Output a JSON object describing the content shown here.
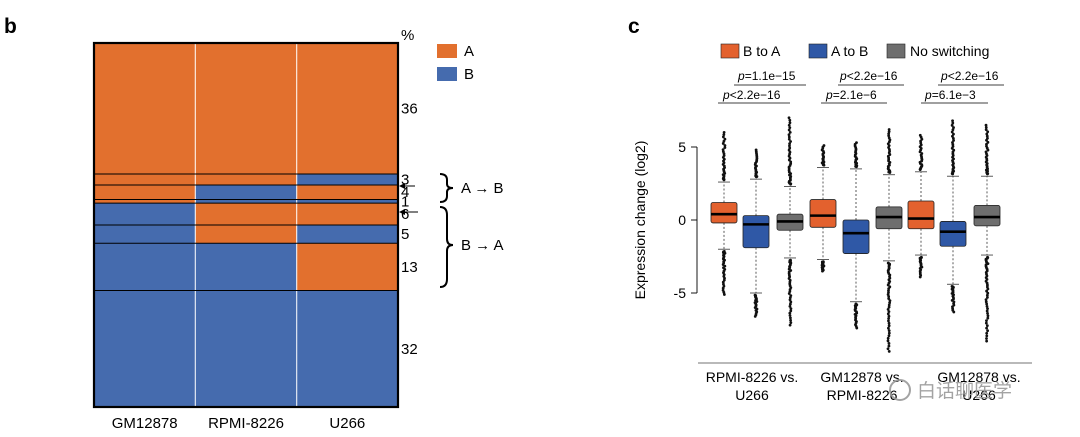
{
  "panel_b": {
    "panel_label": "b",
    "percent_header": "%",
    "legend": [
      {
        "label": "A",
        "color": "#E2702E"
      },
      {
        "label": "B",
        "color": "#456BAE"
      }
    ],
    "group_labels": [
      "A → B",
      "B → A"
    ],
    "segment_labels": [
      "36",
      "3",
      "4",
      "1",
      "6",
      "5",
      "13",
      "32"
    ]
  },
  "panel_c": {
    "panel_label": "c",
    "legend": [
      {
        "label": "B to A",
        "color": "#E3612E"
      },
      {
        "label": "A to B",
        "color": "#2F58A6"
      },
      {
        "label": "No switching",
        "color": "#6E6E6E"
      }
    ],
    "ylabel": "Expression change (log2)",
    "comparison_labels": [
      [
        "RPMI-8226 vs.",
        "U266"
      ],
      [
        "GM12878 vs.",
        "RPMI-8226"
      ],
      [
        "GM12878 vs.",
        "U266"
      ]
    ],
    "pvalues": [
      {
        "prefix": "p",
        "text": "=1.1e−15"
      },
      {
        "prefix": "p",
        "text": "<2.2e−16"
      },
      {
        "prefix": "p",
        "text": "<2.2e−16"
      },
      {
        "prefix": "p",
        "text": "<2.2e−16"
      },
      {
        "prefix": "p",
        "text": "=2.1e−6"
      },
      {
        "prefix": "p",
        "text": "=6.1e−3"
      }
    ]
  },
  "watermark": {
    "text": "白话聊医学"
  },
  "chart_data": [
    {
      "type": "bar",
      "subtype": "stacked-state-proportions",
      "categories": [
        "GM12878",
        "RPMI-8226",
        "U266"
      ],
      "ylabel": "%",
      "states": [
        "A",
        "B"
      ],
      "colors": {
        "A": "#E2702E",
        "B": "#456BAE"
      },
      "segments": [
        {
          "label": "36",
          "percent": 36,
          "states": [
            "A",
            "A",
            "A"
          ]
        },
        {
          "label": "3",
          "percent": 3,
          "states": [
            "A",
            "A",
            "B"
          ]
        },
        {
          "label": "4",
          "percent": 4,
          "states": [
            "A",
            "B",
            "A"
          ]
        },
        {
          "label": "1",
          "percent": 1,
          "states": [
            "A",
            "B",
            "B"
          ]
        },
        {
          "label": "6",
          "percent": 6,
          "states": [
            "B",
            "A",
            "A"
          ]
        },
        {
          "label": "5",
          "percent": 5,
          "states": [
            "B",
            "A",
            "B"
          ]
        },
        {
          "label": "13",
          "percent": 13,
          "states": [
            "B",
            "B",
            "A"
          ]
        },
        {
          "label": "32",
          "percent": 32,
          "states": [
            "B",
            "B",
            "B"
          ]
        }
      ]
    },
    {
      "type": "box",
      "ylabel": "Expression change (log2)",
      "ylim": [
        -8,
        8
      ],
      "yticks": [
        -5,
        0,
        5
      ],
      "series": [
        {
          "name": "B to A",
          "color": "#E3612E"
        },
        {
          "name": "A to B",
          "color": "#2F58A6"
        },
        {
          "name": "No switching",
          "color": "#6E6E6E"
        }
      ],
      "groups": [
        {
          "name": "RPMI-8226 vs. U266",
          "boxes": [
            {
              "series": "B to A",
              "q1": -0.2,
              "median": 0.4,
              "q3": 1.2,
              "whisker_low": -2.0,
              "whisker_high": 2.6,
              "outlier_low": -5.1,
              "outlier_high": 6.0
            },
            {
              "series": "A to B",
              "q1": -1.9,
              "median": -0.3,
              "q3": 0.3,
              "whisker_low": -5.0,
              "whisker_high": 2.8,
              "outlier_low": -6.6,
              "outlier_high": 4.8
            },
            {
              "series": "No switching",
              "q1": -0.7,
              "median": -0.1,
              "q3": 0.4,
              "whisker_low": -2.6,
              "whisker_high": 2.3,
              "outlier_low": -7.2,
              "outlier_high": 7.0
            }
          ]
        },
        {
          "name": "GM12878 vs. RPMI-8226",
          "boxes": [
            {
              "series": "B to A",
              "q1": -0.5,
              "median": 0.3,
              "q3": 1.4,
              "whisker_low": -2.7,
              "whisker_high": 3.6,
              "outlier_low": -3.5,
              "outlier_high": 5.1
            },
            {
              "series": "A to B",
              "q1": -2.3,
              "median": -0.9,
              "q3": 0.0,
              "whisker_low": -5.6,
              "whisker_high": 3.5,
              "outlier_low": -7.4,
              "outlier_high": 5.3
            },
            {
              "series": "No switching",
              "q1": -0.6,
              "median": 0.2,
              "q3": 0.9,
              "whisker_low": -2.8,
              "whisker_high": 3.1,
              "outlier_low": -9.0,
              "outlier_high": 6.2
            }
          ]
        },
        {
          "name": "GM12878 vs. U266",
          "boxes": [
            {
              "series": "B to A",
              "q1": -0.6,
              "median": 0.1,
              "q3": 1.3,
              "whisker_low": -2.4,
              "whisker_high": 3.3,
              "outlier_low": -3.9,
              "outlier_high": 5.8
            },
            {
              "series": "A to B",
              "q1": -1.8,
              "median": -0.8,
              "q3": -0.1,
              "whisker_low": -4.4,
              "whisker_high": 3.0,
              "outlier_low": -6.3,
              "outlier_high": 6.8
            },
            {
              "series": "No switching",
              "q1": -0.4,
              "median": 0.2,
              "q3": 1.0,
              "whisker_low": -2.4,
              "whisker_high": 3.0,
              "outlier_low": -8.3,
              "outlier_high": 6.5
            }
          ]
        }
      ],
      "comparisons": [
        {
          "group": 0,
          "pair": [
            "B to A",
            "No switching"
          ],
          "p": "=1.1e−15"
        },
        {
          "group": 0,
          "pair": [
            "B to A",
            "A to B"
          ],
          "p": "<2.2e−16"
        },
        {
          "group": 1,
          "pair": [
            "B to A",
            "No switching"
          ],
          "p": "<2.2e−16"
        },
        {
          "group": 1,
          "pair": [
            "B to A",
            "A to B"
          ],
          "p": "=2.1e−6"
        },
        {
          "group": 2,
          "pair": [
            "B to A",
            "No switching"
          ],
          "p": "<2.2e−16"
        },
        {
          "group": 2,
          "pair": [
            "B to A",
            "A to B"
          ],
          "p": "=6.1e−3"
        }
      ]
    }
  ]
}
